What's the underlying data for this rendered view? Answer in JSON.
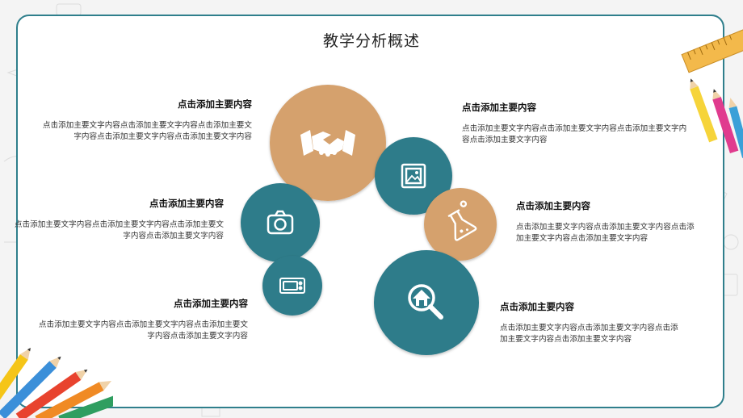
{
  "title": "教学分析概述",
  "colors": {
    "accent_teal": "#2e7b8a",
    "accent_tan": "#d5a16d",
    "frame": "#2f7f8c"
  },
  "items": [
    {
      "heading": "点击添加主要内容",
      "body": "点击添加主要文字内容点击添加主要文字内容点击添加主要文字内容点击添加主要文字内容点击添加主要文字内容",
      "icon": "handshake-icon"
    },
    {
      "heading": "点击添加主要内容",
      "body": "点击添加主要文字内容点击添加主要文字内容点击添加主要文字内容点击添加主要文字内容",
      "icon": "camera-icon"
    },
    {
      "heading": "点击添加主要内容",
      "body": "点击添加主要文字内容点击添加主要文字内容点击添加主要文字内容点击添加主要文字内容",
      "icon": "tv-icon"
    },
    {
      "heading": "点击添加主要内容",
      "body": "点击添加主要文字内容点击添加主要文字内容点击添加主要文字内容点击添加主要文字内容",
      "icon": "image-icon"
    },
    {
      "heading": "点击添加主要内容",
      "body": "点击添加主要文字内容点击添加主要文字内容点击添加主要文字内容点击添加主要文字内容",
      "icon": "flask-icon"
    },
    {
      "heading": "点击添加主要内容",
      "body": "点击添加主要文字内容点击添加主要文字内容点击添加主要文字内容点击添加主要文字内容",
      "icon": "search-home-icon"
    }
  ]
}
